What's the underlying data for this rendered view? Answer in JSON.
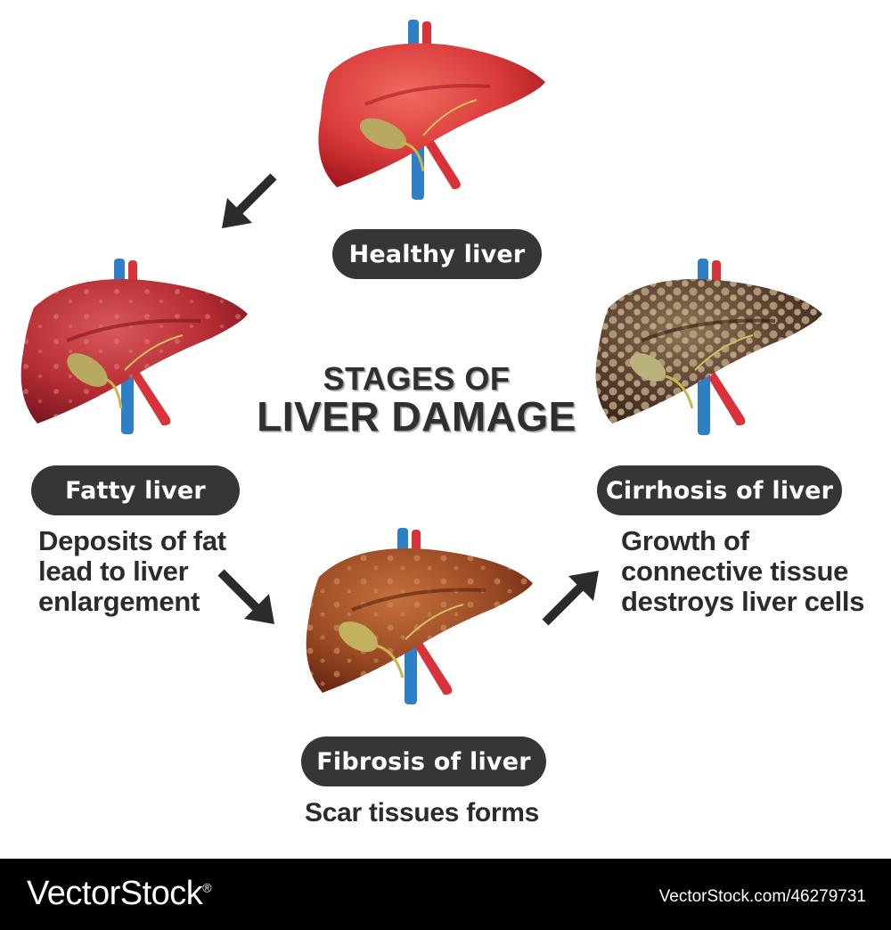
{
  "title": {
    "line1": "STAGES OF",
    "line2": "LIVER DAMAGE"
  },
  "stages": {
    "healthy": {
      "label": "Healthy liver"
    },
    "fatty": {
      "label": "Fatty liver",
      "description": [
        "Deposits of fat",
        "lead to liver",
        "enlargement"
      ]
    },
    "fibrosis": {
      "label": "Fibrosis of liver",
      "description": [
        "Scar tissues forms"
      ]
    },
    "cirrhosis": {
      "label": "Cirrhosis of liver",
      "description": [
        "Growth of",
        "connective tissue",
        "destroys liver cells"
      ]
    }
  },
  "icons": [
    "arrow-down-left-icon",
    "arrow-down-right-icon",
    "arrow-up-right-icon"
  ],
  "colors": {
    "healthy_liver": "#d93a3a",
    "fatty_liver": "#b52e34",
    "fibrosis_liver": "#9a4a24",
    "cirrhosis_liver": "#5a4030",
    "label_pill": "#363636",
    "vein": "#2f7fc6",
    "artery": "#d8323a"
  },
  "footer": {
    "brand": "VectorStock",
    "brand_mark": "®",
    "url_id": "VectorStock.com/46279731"
  }
}
